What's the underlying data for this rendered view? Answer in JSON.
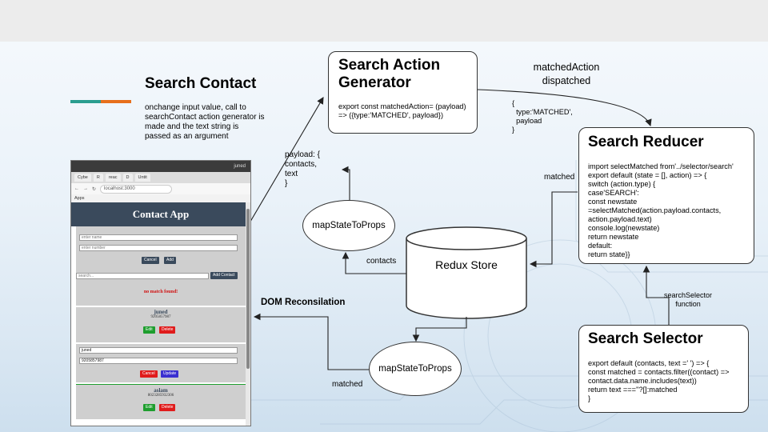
{
  "heading": {
    "title": "Search Contact",
    "description": "onchange input value, call to\nsearchContact action generator is\nmade and the text string is\npassed as an argument",
    "accent_colors": [
      "#2a9d8f",
      "#e76f1c"
    ]
  },
  "action_generator": {
    "title_line1": "Search Action",
    "title_line2": "Generator",
    "code": "export const matchedAction= (payload)\n=> ({type:'MATCHED', payload})"
  },
  "dispatch_label": {
    "line1": "matchedAction",
    "line2": "dispatched",
    "payload": "{\n  type:'MATCHED',\n  payload\n}"
  },
  "reducer": {
    "title": "Search Reducer",
    "code": "import selectMatched from'../selector/search'\nexport default (state = [], action) => {\nswitch (action.type) {\ncase'SEARCH':\nconst newstate\n=selectMatched(action.payload.contacts,\naction.payload.text)\nconsole.log(newstate)\nreturn newstate\ndefault:\nreturn state}}"
  },
  "selector": {
    "title": "Search Selector",
    "code": "export default (contacts, text =' ') => {\nconst matched = contacts.filter((contact) =>\ncontact.data.name.includes(text))\nreturn text ===''?[]:matched\n}",
    "edge_label": "searchSelector\nfunction"
  },
  "store": {
    "label": "Redux Store"
  },
  "map_top": {
    "label": "mapStateToProps"
  },
  "map_bottom": {
    "label": "mapStateToProps"
  },
  "labels": {
    "payload": "payload: {\ncontacts,\ntext\n}",
    "contacts": "contacts",
    "matched_right": "matched",
    "matched_bottom": "matched",
    "dom": "DOM Reconsilation"
  },
  "screenshot": {
    "os_bar": "juned",
    "tabs": [
      "Cybe",
      "R",
      "reac",
      "D",
      "Untit"
    ],
    "url": "localhost:3000",
    "bookmarks": "Apps",
    "app_title": "Contact App",
    "name_placeholder": "enter name",
    "number_placeholder": "enter number",
    "cancel": "Cancel",
    "add": "Add",
    "search_placeholder": "search...",
    "add_contact": "Add Contact",
    "no_match": "no match found!",
    "contacts": [
      {
        "name": "juned",
        "number": "9205857987",
        "edit": "Edit",
        "delete": "Delete"
      },
      {
        "name": "aslam",
        "number": "8023285932306",
        "edit": "Edit",
        "delete": "Delete"
      }
    ],
    "edit_name_value": "juned",
    "edit_number_value": "9205857987",
    "edit_cancel": "Cancel",
    "edit_update": "Update"
  }
}
